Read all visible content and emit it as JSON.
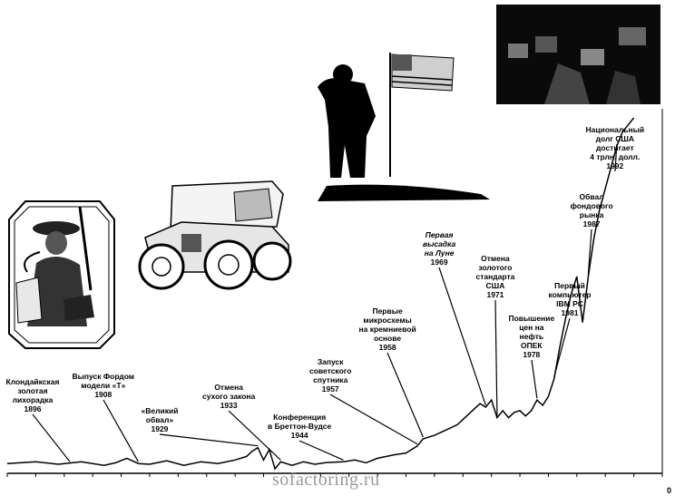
{
  "chart_data": {
    "type": "line",
    "title": "",
    "xlabel": "",
    "ylabel": "",
    "xlim": [
      1885,
      2000
    ],
    "ylim": [
      0,
      100
    ],
    "axis_zero_label": "0",
    "series": [
      {
        "values": [
          [
            1885,
            2
          ],
          [
            1890,
            2.5
          ],
          [
            1894,
            1.8
          ],
          [
            1898,
            2.5
          ],
          [
            1902,
            1.5
          ],
          [
            1904,
            2.2
          ],
          [
            1906,
            3.5
          ],
          [
            1908,
            2
          ],
          [
            1910,
            1.8
          ],
          [
            1913,
            2.8
          ],
          [
            1916,
            1.5
          ],
          [
            1919,
            2.5
          ],
          [
            1922,
            2
          ],
          [
            1925,
            3
          ],
          [
            1927,
            4
          ],
          [
            1928,
            5.5
          ],
          [
            1929,
            6.5
          ],
          [
            1930,
            3
          ],
          [
            1931,
            6
          ],
          [
            1932,
            0.5
          ],
          [
            1933,
            2.5
          ],
          [
            1935,
            1.5
          ],
          [
            1937,
            2.5
          ],
          [
            1939,
            1.8
          ],
          [
            1941,
            2.3
          ],
          [
            1944,
            2.5
          ],
          [
            1946,
            3
          ],
          [
            1948,
            2.2
          ],
          [
            1950,
            3.5
          ],
          [
            1953,
            4.5
          ],
          [
            1955,
            5
          ],
          [
            1957,
            7
          ],
          [
            1958,
            9
          ],
          [
            1960,
            10
          ],
          [
            1962,
            11.5
          ],
          [
            1964,
            13
          ],
          [
            1966,
            16
          ],
          [
            1968,
            19
          ],
          [
            1969,
            18
          ],
          [
            1970,
            20
          ],
          [
            1971,
            15
          ],
          [
            1972,
            17
          ],
          [
            1973,
            15
          ],
          [
            1974,
            16.5
          ],
          [
            1975,
            17
          ],
          [
            1976,
            15.5
          ],
          [
            1977,
            17
          ],
          [
            1978,
            20
          ],
          [
            1979,
            18.5
          ],
          [
            1980,
            21
          ],
          [
            1981,
            26
          ],
          [
            1982,
            35
          ],
          [
            1983,
            43
          ],
          [
            1984,
            50
          ],
          [
            1985,
            55
          ],
          [
            1986,
            42
          ],
          [
            1987,
            55
          ],
          [
            1988,
            66
          ],
          [
            1989,
            74
          ],
          [
            1990,
            80
          ],
          [
            1991,
            86
          ],
          [
            1992,
            92
          ],
          [
            1993,
            96
          ],
          [
            1994,
            98
          ],
          [
            1995,
            100
          ]
        ]
      }
    ],
    "annotations": [
      {
        "lines": [
          "Клондайкская",
          "золотая",
          "лихорадка"
        ],
        "year": "1896",
        "x": 1896,
        "y": 2
      },
      {
        "lines": [
          "Выпуск Фордом",
          "модели «Т»"
        ],
        "year": "1908",
        "x": 1908,
        "y": 2
      },
      {
        "lines": [
          "«Великий",
          "обвал»"
        ],
        "year": "1929",
        "x": 1929,
        "y": 6.5
      },
      {
        "lines": [
          "Отмена",
          "сухого закона"
        ],
        "year": "1933",
        "x": 1933,
        "y": 2.5
      },
      {
        "lines": [
          "Конференция",
          "в Бреттон-Вудсе"
        ],
        "year": "1944",
        "x": 1944,
        "y": 2.5
      },
      {
        "lines": [
          "Запуск",
          "советского",
          "спутника"
        ],
        "year": "1957",
        "x": 1957,
        "y": 7
      },
      {
        "lines": [
          "Первые",
          "микросхемы",
          "на кремниевой",
          "основе"
        ],
        "year": "1958",
        "x": 1958,
        "y": 9
      },
      {
        "lines": [
          "Первая",
          "высадка",
          "на Луне"
        ],
        "year": "1969",
        "x": 1969,
        "y": 18
      },
      {
        "lines": [
          "Отмена",
          "золотого",
          "стандарта",
          "США"
        ],
        "year": "1971",
        "x": 1971,
        "y": 15
      },
      {
        "lines": [
          "Повышение",
          "цен на",
          "нефть",
          "ОПЕК"
        ],
        "year": "1978",
        "x": 1978,
        "y": 20
      },
      {
        "lines": [
          "Первый",
          "компьютер",
          "IBM PC"
        ],
        "year": "1981",
        "x": 1981,
        "y": 26
      },
      {
        "lines": [
          "Обвал",
          "фондового",
          "рынка"
        ],
        "year": "1987",
        "x": 1987,
        "y": 55
      },
      {
        "lines": [
          "Национальный",
          "долг США",
          "достигает",
          "4 трлн. долл."
        ],
        "year": "1992",
        "x": 1992,
        "y": 92
      }
    ],
    "grid": false,
    "legend": "none"
  },
  "images": {
    "prospector": "prospector-engraving",
    "car": "model-t-car-drawing",
    "astronaut": "astronaut-with-flag",
    "computer_room": "computer-room-photo"
  },
  "watermark": "sofactoring.ru"
}
